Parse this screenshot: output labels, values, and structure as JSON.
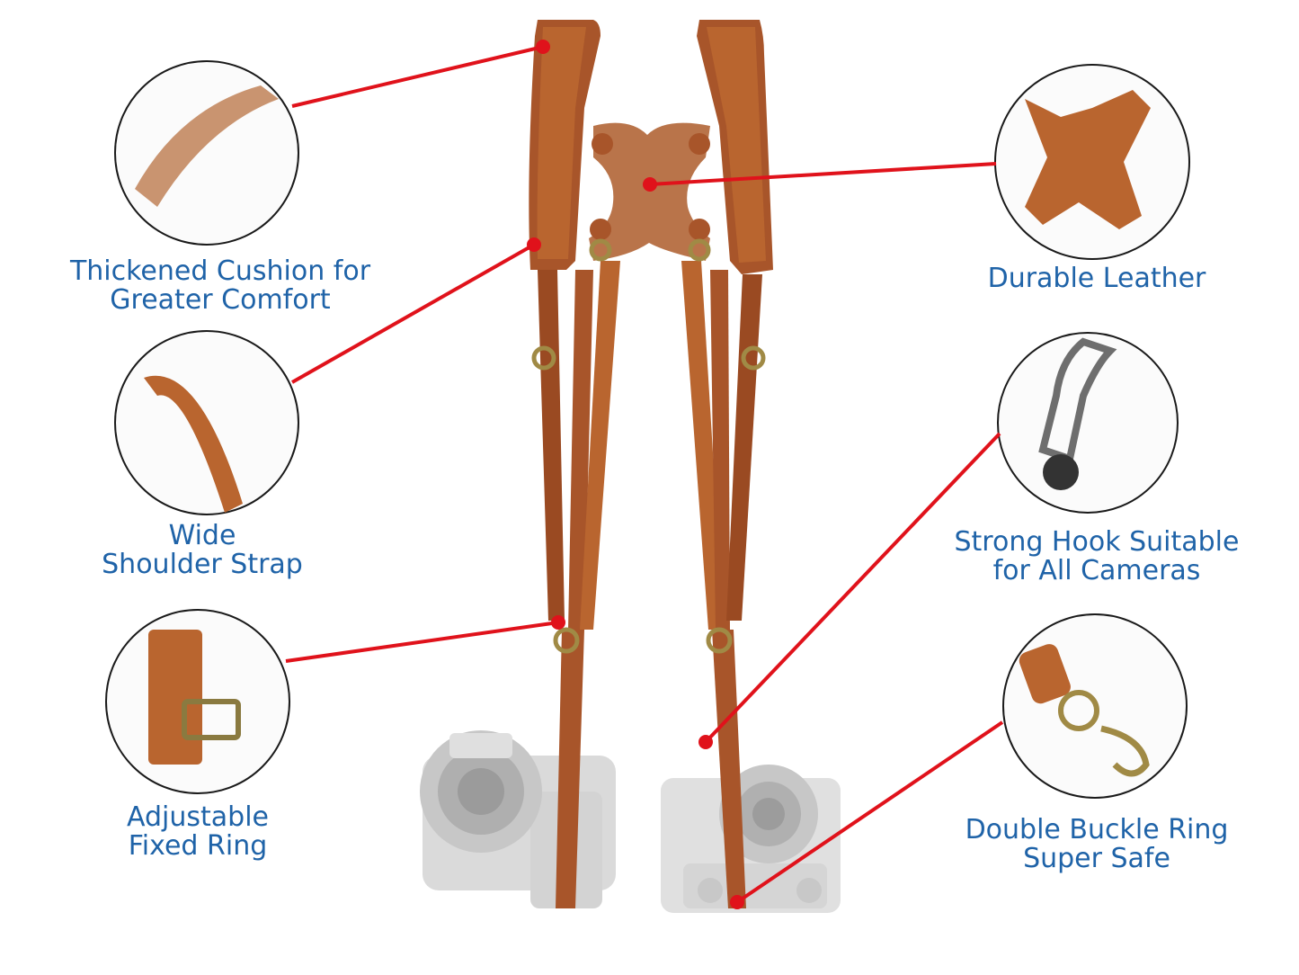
{
  "features": [
    {
      "id": "thickened-cushion",
      "lines": [
        "Thickened Cushion for",
        "Greater Comfort"
      ]
    },
    {
      "id": "wide-shoulder-strap",
      "lines": [
        "Wide",
        "Shoulder Strap"
      ]
    },
    {
      "id": "adjustable-fixed-ring",
      "lines": [
        "Adjustable",
        "Fixed Ring"
      ]
    },
    {
      "id": "durable-leather",
      "lines": [
        "Durable Leather"
      ]
    },
    {
      "id": "strong-hook",
      "lines": [
        "Strong Hook Suitable",
        "for All Cameras"
      ]
    },
    {
      "id": "double-buckle-ring",
      "lines": [
        "Double Buckle Ring",
        "Super Safe"
      ]
    }
  ],
  "colors": {
    "label": "#1f63a8",
    "pointer": "#e0121b",
    "leather": "#a8552a",
    "leather_dark": "#7a3a18",
    "suede": "#b9744a",
    "brass": "#a08a45",
    "camera": "#c8c8c8"
  }
}
